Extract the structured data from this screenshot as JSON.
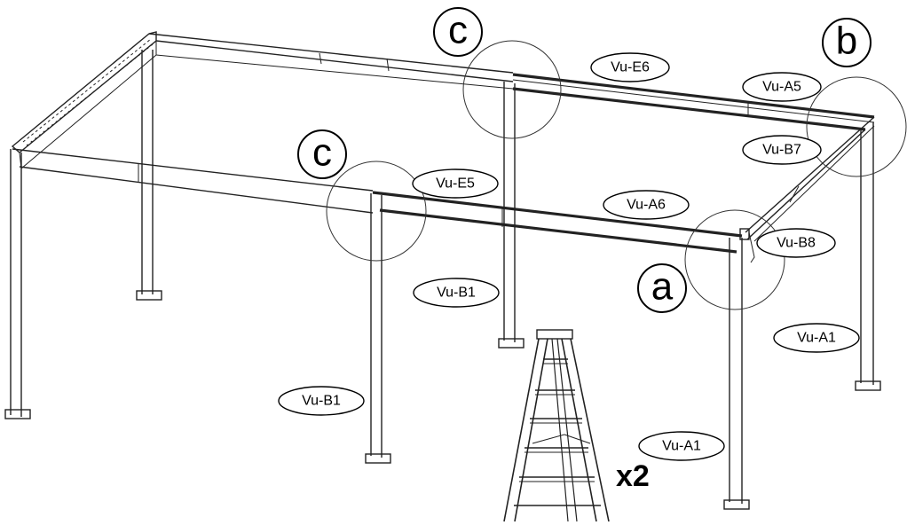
{
  "labels": {
    "vu_e6": "Vu-E6",
    "vu_a5": "Vu-A5",
    "vu_b7": "Vu-B7",
    "vu_e5": "Vu-E5",
    "vu_a6": "Vu-A6",
    "vu_b8": "Vu-B8",
    "vu_b1_center": "Vu-B1",
    "vu_a1_right": "Vu-A1",
    "vu_b1_left": "Vu-B1",
    "vu_a1_bottom": "Vu-A1"
  },
  "details": {
    "a": "a",
    "b": "b",
    "c_top": "c",
    "c_left": "c"
  },
  "ladder_quantity": "x2"
}
